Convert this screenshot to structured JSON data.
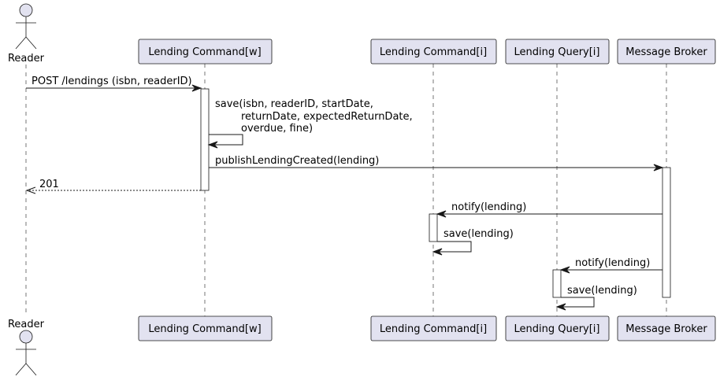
{
  "participants": {
    "reader": "Reader",
    "cmd_w": "Lending Command[w]",
    "cmd_i": "Lending Command[i]",
    "query_i": "Lending Query[i]",
    "broker": "Message Broker"
  },
  "messages": {
    "m1": "POST /lendings (isbn, readerID)",
    "m2_line1": "save(isbn, readerID, startDate,",
    "m2_line2": "returnDate, expectedReturnDate,",
    "m2_line3": "overdue, fine)",
    "m3": "publishLendingCreated(lending)",
    "m4": "201",
    "m5": "notify(lending)",
    "m6": "save(lending)",
    "m7": "notify(lending)",
    "m8": "save(lending)"
  }
}
